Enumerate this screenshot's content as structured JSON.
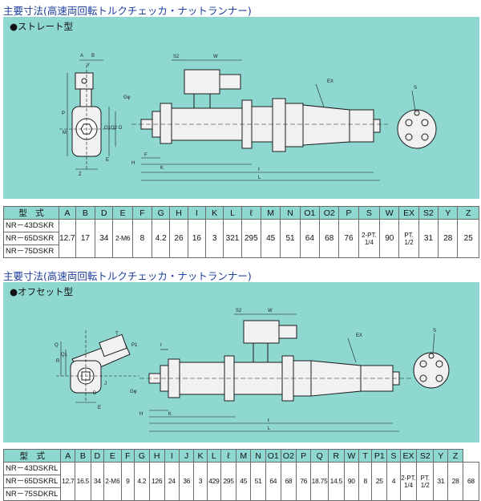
{
  "section1": {
    "title": "主要寸法(高速両回転トルクチェッカ・ナットランナー)",
    "subtitle": "●ストレート型",
    "labels": {
      "A": "A",
      "B": "B",
      "Y": "Y",
      "M": "M",
      "P": "P",
      "Z": "Z",
      "E": "E",
      "O1": "O1",
      "O2": "O2",
      "D": "D",
      "F": "F",
      "G": "Gφ",
      "H": "H",
      "K": "K",
      "L": "L",
      "l": "ℓ",
      "S2": "S2",
      "W": "W",
      "EX": "EX",
      "S": "S"
    },
    "table": {
      "headers": [
        "型　式",
        "A",
        "B",
        "D",
        "E",
        "F",
        "G",
        "H",
        "I",
        "K",
        "L",
        "ℓ",
        "M",
        "N",
        "O1",
        "O2",
        "P",
        "S",
        "W",
        "EX",
        "S2",
        "Y",
        "Z"
      ],
      "models": [
        "NR－43DSKR",
        "NR－65DSKR",
        "NR－75DSKR"
      ],
      "values": [
        "12.7",
        "17",
        "34",
        "2-M6",
        "8",
        "4.2",
        "26",
        "16",
        "3",
        "321",
        "295",
        "45",
        "51",
        "64",
        "68",
        "76",
        "2-PT. 1/4",
        "90",
        "PT. 1/2",
        "31",
        "28",
        "25"
      ]
    }
  },
  "section2": {
    "title": "主要寸法(高速両回転トルクチェッカ・ナットランナー)",
    "subtitle": "●オフセット型",
    "labels": {
      "Q": "Q",
      "Q1": "Q1",
      "T": "T",
      "P1": "P1",
      "R": "R",
      "J": "J",
      "D": "D",
      "E": "E",
      "G": "Gφ",
      "H": "H",
      "K": "K",
      "L": "L",
      "l": "ℓ",
      "S2": "S2",
      "W": "W",
      "EX": "EX",
      "I": "I",
      "S": "S"
    },
    "table": {
      "headers": [
        "型　式",
        "A",
        "B",
        "D",
        "E",
        "F",
        "G",
        "H",
        "I",
        "J",
        "K",
        "L",
        "ℓ",
        "M",
        "N",
        "O1",
        "O2",
        "P",
        "Q",
        "R",
        "W",
        "T",
        "P1",
        "S",
        "EX",
        "S2",
        "Y",
        "Z"
      ],
      "models": [
        "NR－43DSKRL",
        "NR－65DSKRL",
        "NR－75SDKRL"
      ],
      "values": [
        "12.7",
        "16.5",
        "34",
        "2-M6",
        "9",
        "4.2",
        "126",
        "24",
        "36",
        "3",
        "429",
        "295",
        "45",
        "51",
        "64",
        "68",
        "76",
        "18.75",
        "14.5",
        "90",
        "8",
        "25",
        "4",
        "2-PT. 1/4",
        "PT. 1/2",
        "31",
        "28",
        "68"
      ]
    }
  }
}
